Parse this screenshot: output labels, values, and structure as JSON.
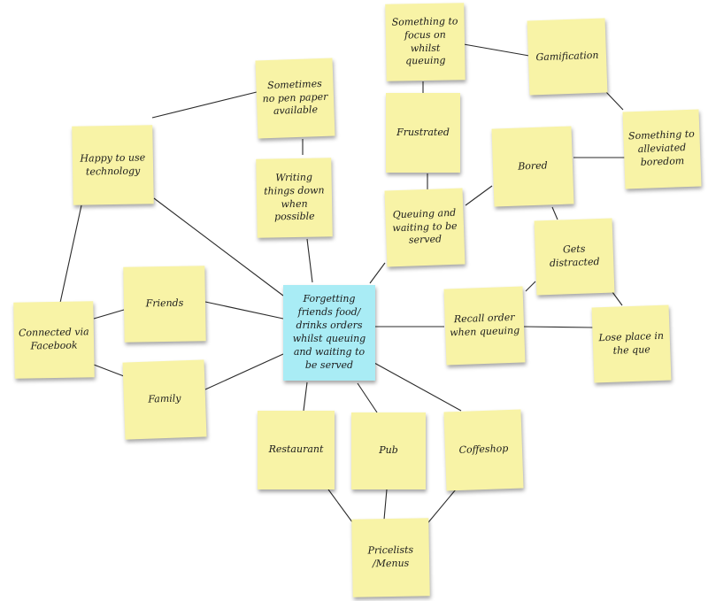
{
  "colors": {
    "note": "#f8f3a6",
    "central": "#a9ecf5",
    "connector": "#2a2a2a"
  },
  "notes": {
    "focus_queuing": "Something to focus on whilst queuing",
    "gamification": "Gamification",
    "no_pen_paper": "Sometimes no pen paper available",
    "happy_tech": "Happy to use technology",
    "frustrated": "Frustrated",
    "alleviate_boredom": "Something to alleviated boredom",
    "bored": "Bored",
    "writing_down": "Writing things down when possible",
    "queuing_waiting": "Queuing and waiting to be served",
    "gets_distracted": "Gets distracted",
    "friends": "Friends",
    "facebook": "Connected via Facebook",
    "central": "Forgetting friends food/ drinks orders whilst queuing and waiting to be served",
    "recall_order": "Recall order when queuing",
    "lose_place": "Lose place in the que",
    "family": "Family",
    "restaurant": "Restaurant",
    "pub": "Pub",
    "coffeshop": "Coffeshop",
    "pricelists": "Pricelists /Menus"
  }
}
